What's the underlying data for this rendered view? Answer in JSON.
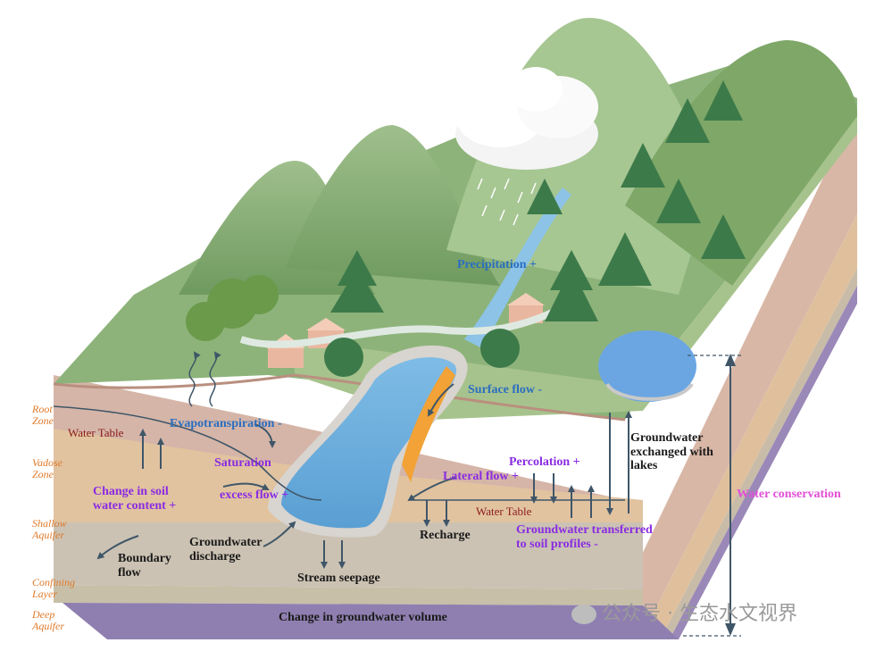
{
  "zones": {
    "root_zone": [
      "Root",
      "Zone"
    ],
    "vadose_zone": [
      "Vadose",
      "Zone"
    ],
    "shallow_aquifer": [
      "Shallow",
      "Aquifer"
    ],
    "confining_layer": [
      "Confining",
      "Layer"
    ],
    "deep_aquifer": [
      "Deep",
      "Aquifer"
    ]
  },
  "labels": {
    "precipitation": "Precipitation +",
    "surface_flow": "Surface flow -",
    "evapotranspiration": "Evapotranspiration -",
    "water_table_left": "Water Table",
    "water_table_right": "Water Table",
    "saturation_line1": "Saturation",
    "saturation_line2": "excess flow +",
    "soil_water_line1": "Change in soil",
    "soil_water_line2": "water content +",
    "lateral_flow": "Lateral flow +",
    "percolation": "Percolation +",
    "gw_lakes": [
      "Groundwater",
      "exchanged with",
      "lakes"
    ],
    "water_conservation": "Water conservation",
    "gw_transferred": [
      "Groundwater transferred",
      "to soil profiles -"
    ],
    "recharge": "Recharge",
    "gw_discharge": [
      "Groundwater",
      "discharge"
    ],
    "boundary_flow": [
      "Boundary",
      "flow"
    ],
    "stream_seepage": "Stream seepage",
    "gw_volume": "Change in groundwater volume"
  },
  "watermark": "公众号 · 生态水文视界",
  "colors": {
    "precipitation_text": "#2a6ec0",
    "process_text": "#8a2be2",
    "zone_text": "#e07a2a",
    "water_table_text": "#8b1a1a",
    "conservation_text": "#e14fd7",
    "arrow": "#3f5668",
    "deep_aquifer_layer": "#8f7fb0",
    "water": "#6aa9d8"
  }
}
